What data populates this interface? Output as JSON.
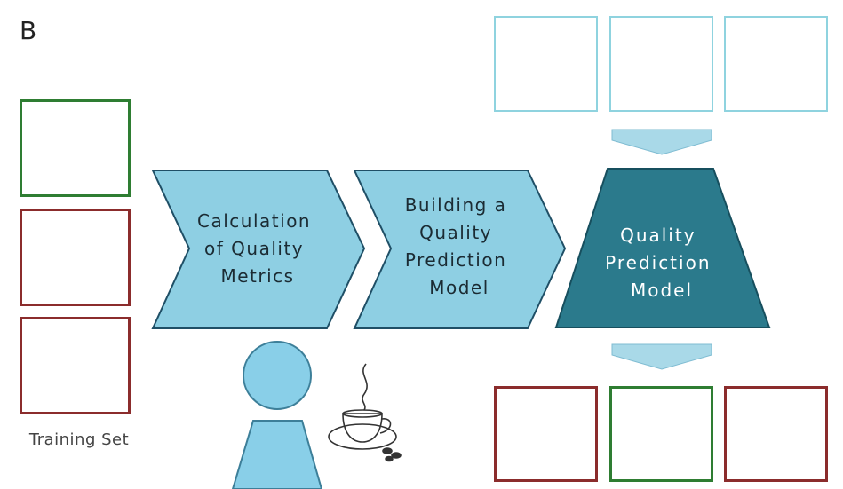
{
  "panel_label": "B",
  "training_set": {
    "caption": "Training Set",
    "boxes": [
      {
        "status": "good",
        "color": "#2e7d32"
      },
      {
        "status": "bad",
        "color": "#8b2c2c"
      },
      {
        "status": "bad",
        "color": "#8b2c2c"
      }
    ]
  },
  "steps": [
    {
      "lines": [
        "Calculation",
        "of Quality",
        "Metrics"
      ]
    },
    {
      "lines": [
        "Building a",
        "Quality",
        "Prediction",
        "Model"
      ]
    }
  ],
  "model": {
    "lines": [
      "Quality",
      "Prediction",
      "Model"
    ]
  },
  "input_boxes": {
    "count": 3,
    "color": "#8fd3df"
  },
  "output_boxes": {
    "boxes": [
      {
        "status": "bad",
        "color": "#8b2c2c"
      },
      {
        "status": "good",
        "color": "#2e7d32"
      },
      {
        "status": "bad",
        "color": "#8b2c2c"
      }
    ]
  },
  "colors": {
    "step_fill": "#8ecfe3",
    "step_stroke": "#1f4f66",
    "model_fill": "#2b7a8c",
    "model_stroke": "#174f5e",
    "arrow_fill": "#a9d9e8",
    "person_fill": "#89cfe8"
  },
  "icons": [
    "person-icon",
    "coffee-cup-icon"
  ]
}
